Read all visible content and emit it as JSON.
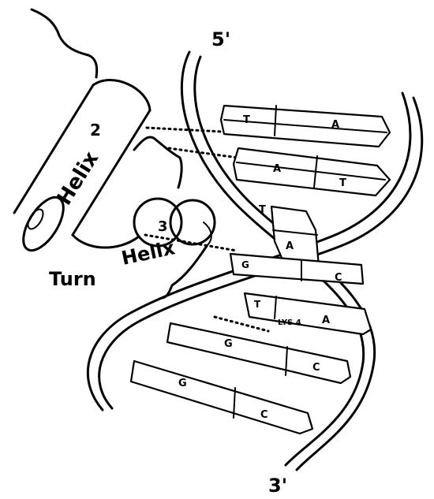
{
  "labels": {
    "helix2_number": "2",
    "helix2_word": "Helix",
    "helix3_number": "3",
    "helix3_word": "Helix",
    "turn": "Turn",
    "five_prime": "5'",
    "three_prime": "3'",
    "lys": "LYS 4"
  },
  "base_pairs": [
    {
      "left": "T",
      "right": "A"
    },
    {
      "left": "A",
      "right": "T"
    },
    {
      "left": "T",
      "right": "A"
    },
    {
      "left": "G",
      "right": "C"
    },
    {
      "left": "T",
      "right": "A"
    },
    {
      "left": "G",
      "right": "C"
    },
    {
      "left": "G",
      "right": "C"
    }
  ]
}
